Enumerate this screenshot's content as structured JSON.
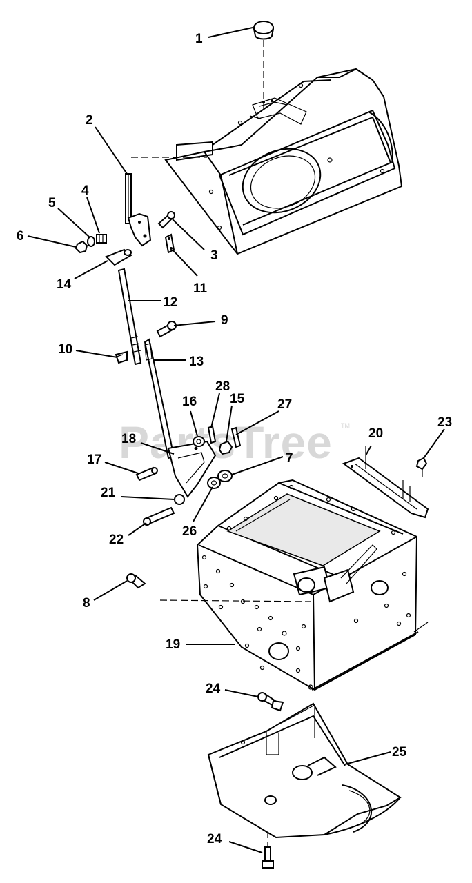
{
  "watermark": {
    "text": "PartsTree",
    "mark": "TM"
  },
  "callouts": [
    {
      "id": "1",
      "label": "1"
    },
    {
      "id": "2",
      "label": "2"
    },
    {
      "id": "3",
      "label": "3"
    },
    {
      "id": "4",
      "label": "4"
    },
    {
      "id": "5",
      "label": "5"
    },
    {
      "id": "6",
      "label": "6"
    },
    {
      "id": "7",
      "label": "7"
    },
    {
      "id": "8",
      "label": "8"
    },
    {
      "id": "9",
      "label": "9"
    },
    {
      "id": "10",
      "label": "10"
    },
    {
      "id": "11",
      "label": "11"
    },
    {
      "id": "12",
      "label": "12"
    },
    {
      "id": "13",
      "label": "13"
    },
    {
      "id": "14",
      "label": "14"
    },
    {
      "id": "15",
      "label": "15"
    },
    {
      "id": "16",
      "label": "16"
    },
    {
      "id": "17",
      "label": "17"
    },
    {
      "id": "18",
      "label": "18"
    },
    {
      "id": "19",
      "label": "19"
    },
    {
      "id": "20",
      "label": "20"
    },
    {
      "id": "21",
      "label": "21"
    },
    {
      "id": "22",
      "label": "22"
    },
    {
      "id": "23",
      "label": "23"
    },
    {
      "id": "24a",
      "label": "24"
    },
    {
      "id": "24b",
      "label": "24"
    },
    {
      "id": "25",
      "label": "25"
    },
    {
      "id": "26",
      "label": "26"
    },
    {
      "id": "27",
      "label": "27"
    },
    {
      "id": "28",
      "label": "28"
    }
  ]
}
